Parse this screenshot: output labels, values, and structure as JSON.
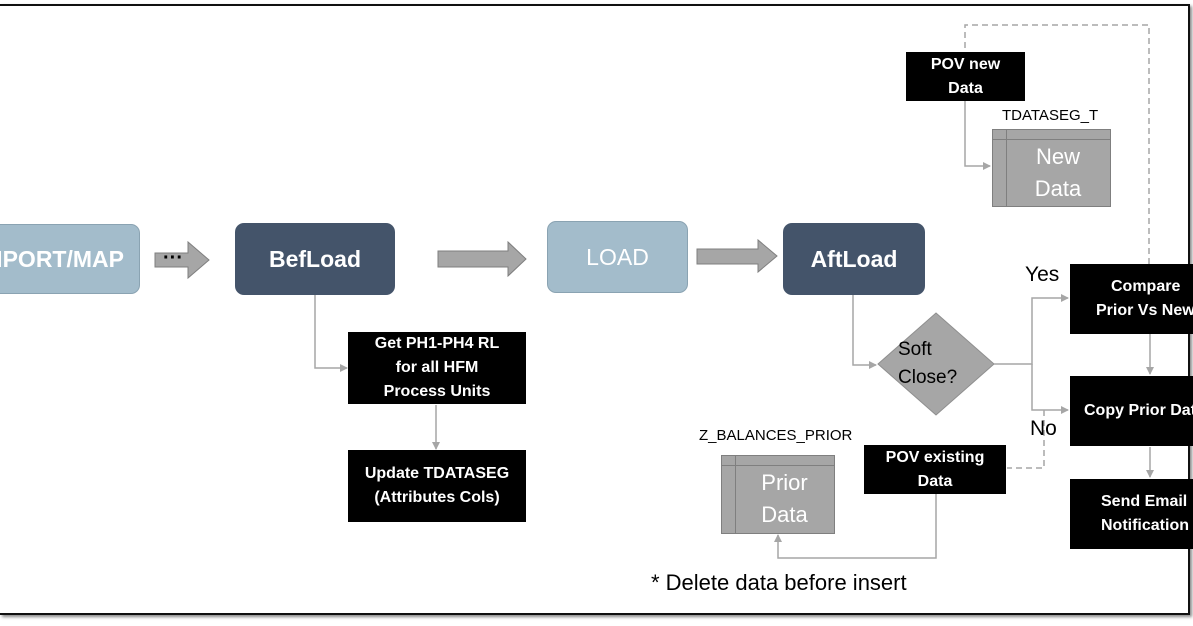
{
  "stages": {
    "import_map": "IMPORT/MAP",
    "befload": "BefLoad",
    "load": "LOAD",
    "aftload": "AftLoad"
  },
  "dots": "···",
  "befload_steps": {
    "get_rl": [
      "Get PH1-PH4 RL",
      "for all HFM",
      "Process Units"
    ],
    "update": [
      "Update TDATASEG",
      "(Attributes Cols)"
    ]
  },
  "decision": {
    "lines": [
      "Soft",
      "Close?"
    ],
    "yes": "Yes",
    "no": "No"
  },
  "actions": {
    "compare": [
      "Compare",
      "Prior Vs New"
    ],
    "copy": [
      "Copy Prior Data"
    ],
    "send": [
      "Send Email",
      "Notification"
    ]
  },
  "pov_new": [
    "POV new",
    "Data"
  ],
  "pov_existing": [
    "POV existing",
    "Data"
  ],
  "new_table": {
    "caption": "TDATASEG_T",
    "lines": [
      "New",
      "Data"
    ]
  },
  "prior_table": {
    "caption": "Z_BALANCES_PRIOR",
    "lines": [
      "Prior",
      "Data"
    ]
  },
  "footnote": "* Delete data before insert",
  "colors": {
    "stage_light": "#a3bccb",
    "stage_dark": "#44546a",
    "arrow_gray": "#a6a6a6",
    "table_gray": "#a6a6a6",
    "black_box": "#000000"
  }
}
